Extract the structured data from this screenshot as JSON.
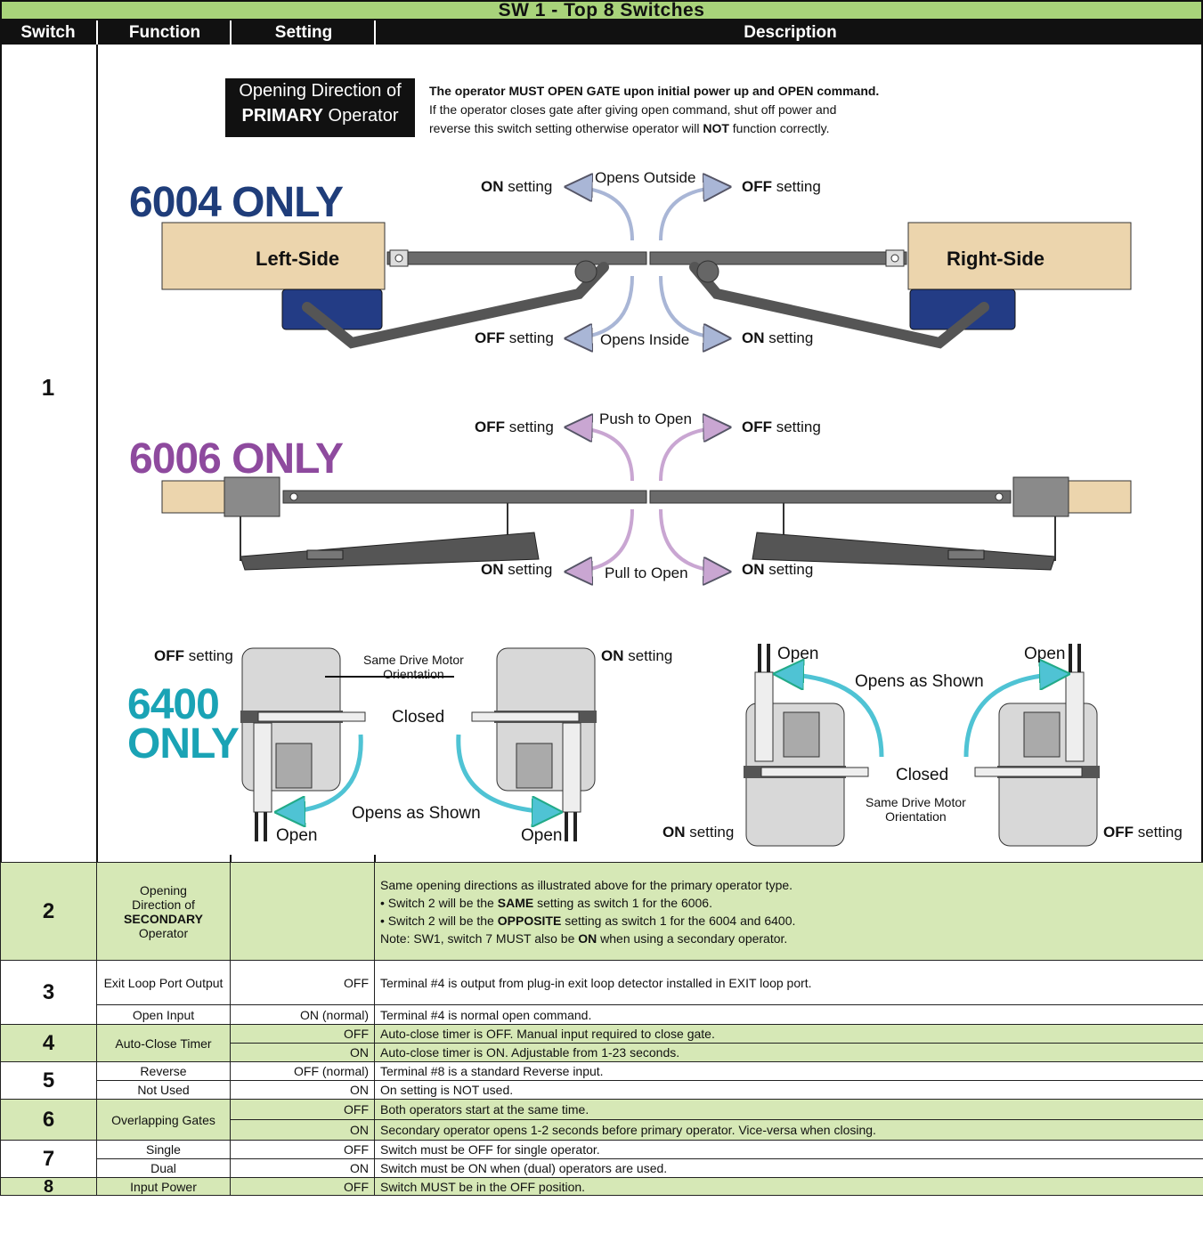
{
  "title": "SW 1 - Top 8 Switches",
  "columns": {
    "switch": "Switch",
    "function": "Function",
    "setting": "Setting",
    "description": "Description"
  },
  "switch1": {
    "number": "1",
    "box_line1": "Opening Direction of",
    "box_line2_bold": "PRIMARY",
    "box_line2_rest": " Operator",
    "desc_bold": "The operator MUST OPEN GATE upon initial power up and OPEN command.",
    "desc_line2": "If the operator closes gate after giving open command, shut off power and",
    "desc_line3_a": "reverse this switch setting otherwise operator will ",
    "desc_line3_bold": "NOT",
    "desc_line3_b": " function correctly.",
    "m6004": {
      "title": "6004 ONLY",
      "left_side": "Left-Side",
      "right_side": "Right-Side",
      "opens_outside": "Opens Outside",
      "opens_inside": "Opens Inside",
      "on": "ON",
      "off": "OFF",
      "setting": " setting"
    },
    "m6006": {
      "title": "6006 ONLY",
      "push_to_open": "Push to Open",
      "pull_to_open": "Pull to Open"
    },
    "m6400": {
      "title_line1": "6400",
      "title_line2": "ONLY",
      "same_drive_line1": "Same Drive Motor",
      "same_drive_line2": "Orientation",
      "closed": "Closed",
      "opens_as_shown": "Opens as Shown",
      "open": "Open"
    },
    "colors": {
      "c6004": "#1f3d7a",
      "c6006": "#8e4a9e",
      "c6400": "#1aa3b5",
      "arc_6004": "#a9b6d6",
      "arc_6006": "#c9a6d2",
      "arc_6400": "#4fc3d4"
    }
  },
  "rows": [
    {
      "switch": "2",
      "function_lines": [
        "Opening",
        "Direction of"
      ],
      "function_bold": "SECONDARY",
      "function_last": "Operator",
      "setting": "",
      "desc": {
        "l1": "Same opening directions as illustrated above for the primary operator type.",
        "l2a": "• Switch 2 will be the ",
        "l2b": "SAME",
        "l2c": " setting as switch 1 for the 6006.",
        "l3a": "• Switch 2 will be the ",
        "l3b": "OPPOSITE",
        "l3c": " setting as switch 1 for the 6004 and 6400.",
        "l4a": "Note: SW1, switch 7 MUST also be ",
        "l4b": "ON",
        "l4c": " when using a secondary operator."
      }
    },
    {
      "switch": "3",
      "sub": [
        {
          "function": "Exit Loop Port Output",
          "setting": "OFF",
          "desc": "Terminal #4 is output from plug-in exit loop detector installed in EXIT loop port."
        },
        {
          "function": "Open Input",
          "setting": "ON (normal)",
          "desc": "Terminal #4 is normal open command."
        }
      ]
    },
    {
      "switch": "4",
      "function": "Auto-Close Timer",
      "sub": [
        {
          "setting": "OFF",
          "desc": "Auto-close timer is OFF. Manual input required to close gate."
        },
        {
          "setting": "ON",
          "desc": "Auto-close timer is ON. Adjustable from 1-23 seconds."
        }
      ]
    },
    {
      "switch": "5",
      "sub": [
        {
          "function": "Reverse",
          "setting": "OFF (normal)",
          "desc": "Terminal #8 is a standard Reverse input."
        },
        {
          "function": "Not Used",
          "setting": "ON",
          "desc": "On setting is NOT used."
        }
      ]
    },
    {
      "switch": "6",
      "function": "Overlapping Gates",
      "sub": [
        {
          "setting": "OFF",
          "desc": "Both operators start at the same time."
        },
        {
          "setting": "ON",
          "desc": "Secondary operator opens 1-2 seconds before primary operator. Vice-versa when closing."
        }
      ]
    },
    {
      "switch": "7",
      "sub": [
        {
          "function": "Single",
          "setting": "OFF",
          "desc": "Switch must be OFF for single operator."
        },
        {
          "function": "Dual",
          "setting": "ON",
          "desc": "Switch must be ON when (dual) operators are used."
        }
      ]
    },
    {
      "switch": "8",
      "function": "Input Power",
      "setting": "OFF",
      "desc": "Switch MUST be in the OFF position."
    }
  ]
}
